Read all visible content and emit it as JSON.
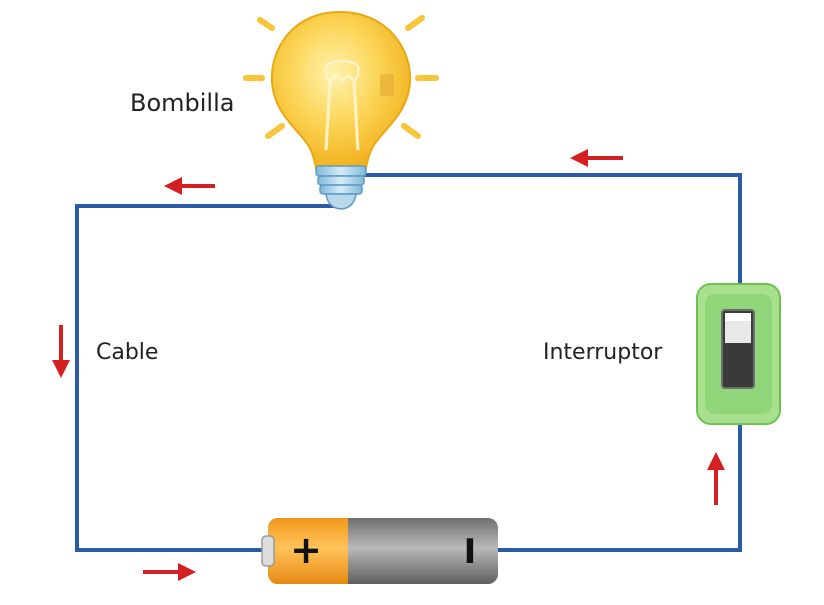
{
  "labels": {
    "bulb": "Bombilla",
    "cable": "Cable",
    "switch": "Interruptor"
  },
  "battery": {
    "positive_symbol": "+",
    "negative_symbol": "I"
  },
  "colors": {
    "wire": "#2b5aa6",
    "arrow": "#d42020",
    "bulb_glass": "#f9c23c",
    "bulb_rays": "#f7c43a",
    "switch_body": "#8fd67a",
    "battery_positive": "#f6a623",
    "battery_body": "#8a8a8a"
  }
}
